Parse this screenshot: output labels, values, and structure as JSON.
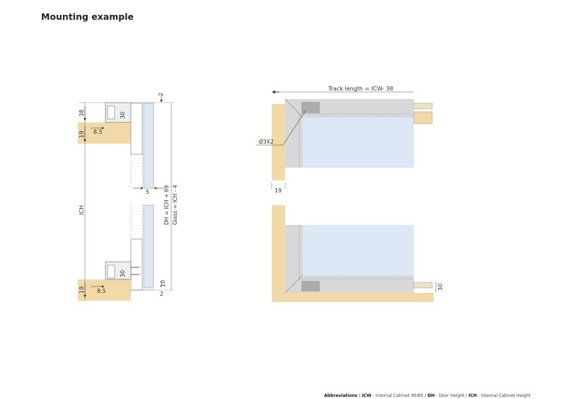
{
  "page": {
    "title": "Mounting example"
  },
  "colors": {
    "wood": "#f2d9a8",
    "glass": "#dce8f5",
    "aluminium": "#d6d8da",
    "plate": "#a9abad",
    "line": "#555555"
  },
  "side_section": {
    "top": {
      "dim_top_gap": "2",
      "dim_height": "38",
      "dim_profile": "30",
      "dim_offset": "8.5",
      "dim_board": "19"
    },
    "middle": {
      "dim_cabinet_height": "ICH",
      "dim_glass_thickness": "5",
      "formula_door_height": "DH = ICH + 69",
      "formula_glass": "Glass = ICH - 4"
    },
    "bottom": {
      "dim_profile": "30",
      "dim_offset": "8.5",
      "dim_board": "19",
      "dim_frame": "10",
      "dim_bottom_gap": "2"
    }
  },
  "plan_view": {
    "track_length": "Track length = ICW",
    "track_length_offset": "- 38",
    "screw_label": "Ø3X2",
    "dim_board": "19",
    "dim_track": "30"
  },
  "footer": {
    "abbrev_label": "Abbreviations :",
    "icw_key": "ICW",
    "icw_text": " - Internal Cabinet Width / ",
    "dh_key": "DH",
    "dh_text": " - Door Height / ",
    "ich_key": "ICH",
    "ich_text": " - Internal Cabinet Height"
  }
}
